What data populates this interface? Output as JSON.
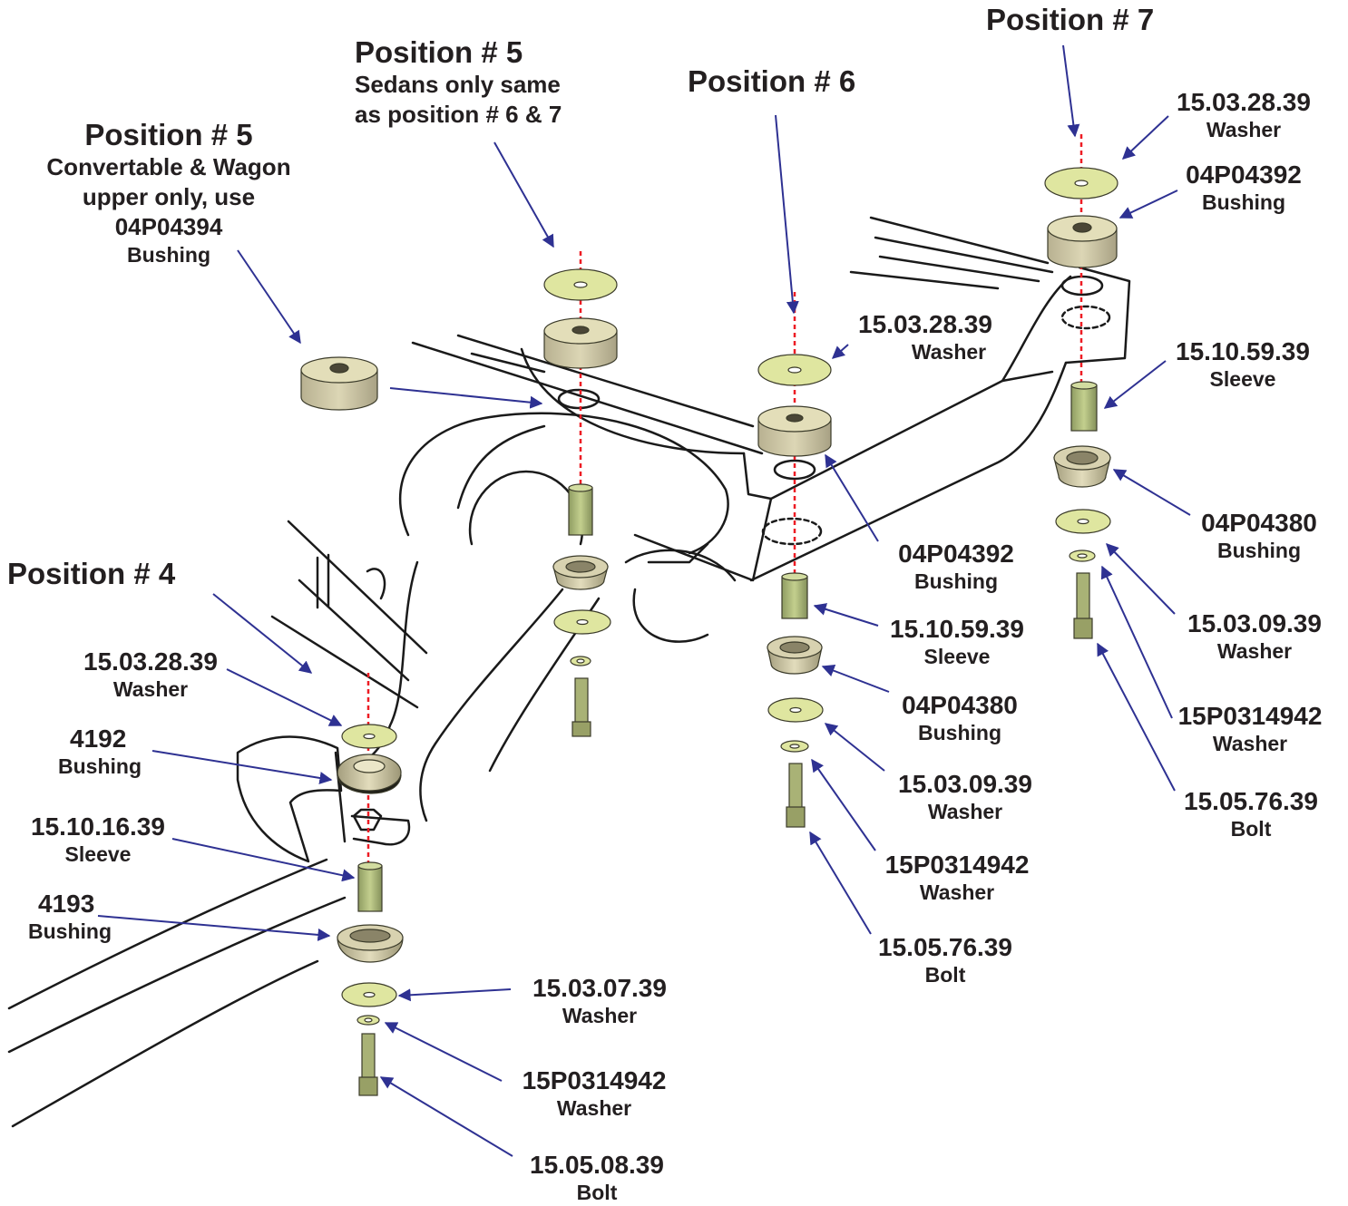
{
  "colors": {
    "leader": "#2e3192",
    "centerline": "#ed1c24",
    "frame": "#1a1a1a",
    "washer": "#dfe6a0",
    "bushing": "#cfc9a4",
    "sleeve": "#a8b678",
    "bolt": "#a9b276"
  },
  "positions": {
    "p4": {
      "title": "Position # 4"
    },
    "p5_left": {
      "title": "Position # 5",
      "note_lines": [
        "Convertable & Wagon",
        "upper only, use",
        "04P04394"
      ],
      "note_name": "Bushing"
    },
    "p5_mid": {
      "title": "Position # 5",
      "note_lines": [
        "Sedans only same",
        "as position # 6 & 7"
      ]
    },
    "p6": {
      "title": "Position # 6"
    },
    "p7": {
      "title": "Position # 7"
    }
  },
  "callouts": {
    "p4_washer_top": {
      "part": "15.03.28.39",
      "name": "Washer"
    },
    "p4_bushing_top": {
      "part": "4192",
      "name": "Bushing"
    },
    "p4_sleeve": {
      "part": "15.10.16.39",
      "name": "Sleeve"
    },
    "p4_bushing_bot": {
      "part": "4193",
      "name": "Bushing"
    },
    "p4_washer_bot": {
      "part": "15.03.07.39",
      "name": "Washer"
    },
    "p4_washer_small": {
      "part": "15P0314942",
      "name": "Washer"
    },
    "p4_bolt": {
      "part": "15.05.08.39",
      "name": "Bolt"
    },
    "p6_washer_top": {
      "part": "15.03.28.39",
      "name": "Washer"
    },
    "p6_bushing_top": {
      "part": "04P04392",
      "name": "Bushing"
    },
    "p6_sleeve": {
      "part": "15.10.59.39",
      "name": "Sleeve"
    },
    "p6_bushing_bot": {
      "part": "04P04380",
      "name": "Bushing"
    },
    "p6_washer_bot": {
      "part": "15.03.09.39",
      "name": "Washer"
    },
    "p6_washer_small": {
      "part": "15P0314942",
      "name": "Washer"
    },
    "p6_bolt": {
      "part": "15.05.76.39",
      "name": "Bolt"
    },
    "p7_washer_top": {
      "part": "15.03.28.39",
      "name": "Washer"
    },
    "p7_bushing_top": {
      "part": "04P04392",
      "name": "Bushing"
    },
    "p7_sleeve": {
      "part": "15.10.59.39",
      "name": "Sleeve"
    },
    "p7_bushing_bot": {
      "part": "04P04380",
      "name": "Bushing"
    },
    "p7_washer_bot": {
      "part": "15.03.09.39",
      "name": "Washer"
    },
    "p7_washer_small": {
      "part": "15P0314942",
      "name": "Washer"
    },
    "p7_bolt": {
      "part": "15.05.76.39",
      "name": "Bolt"
    }
  }
}
